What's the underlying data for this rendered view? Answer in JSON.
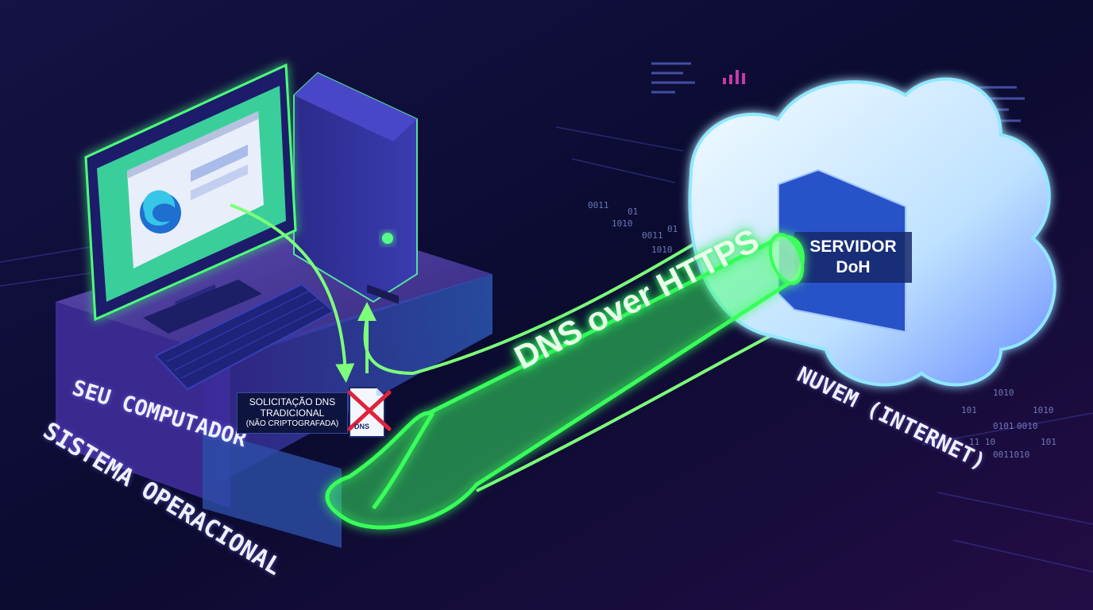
{
  "labels": {
    "seu_computador": "SEU COMPUTADOR",
    "sistema_operacional": "SISTEMA OPERACIONAL",
    "nuvem": "NUVEM (INTERNET)",
    "servidor_doh": "SERVIDOR DoH",
    "pipe": "DNS over HTTPS",
    "dns_request_line1": "SOLICITAÇÃO DNS",
    "dns_request_line2": "TRADICIONAL",
    "dns_request_line3": "(NÃO CRIPTOGRAFADA)",
    "dns_file": "DNS"
  },
  "code_fragments": [
    "0011",
    "01",
    "1010",
    "0011",
    "01",
    "1010",
    "1010",
    "101",
    "0101",
    "11 10",
    "0011010",
    "1010",
    "0010",
    "101"
  ],
  "icons": {
    "browser": "edge-browser-icon",
    "blocked": "red-x-icon",
    "file": "dns-file-icon",
    "cloud": "cloud-icon"
  },
  "colors": {
    "background": "#0c0a2e",
    "neon_green": "#39ff5a",
    "arrow_green": "#7dff7a",
    "cloud": "#cfe9ff",
    "block_red": "#e0223a"
  }
}
